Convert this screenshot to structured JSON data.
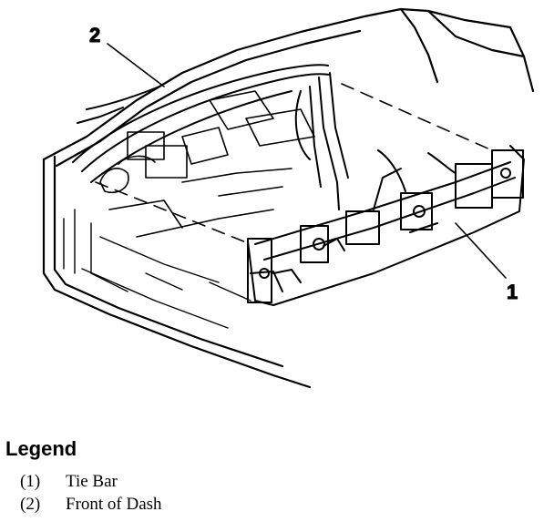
{
  "diagram": {
    "callouts": [
      {
        "number": "2"
      },
      {
        "number": "1"
      }
    ]
  },
  "legend": {
    "title": "Legend",
    "items": [
      {
        "number": "(1)",
        "label": "Tie Bar"
      },
      {
        "number": "(2)",
        "label": "Front of Dash"
      }
    ]
  }
}
